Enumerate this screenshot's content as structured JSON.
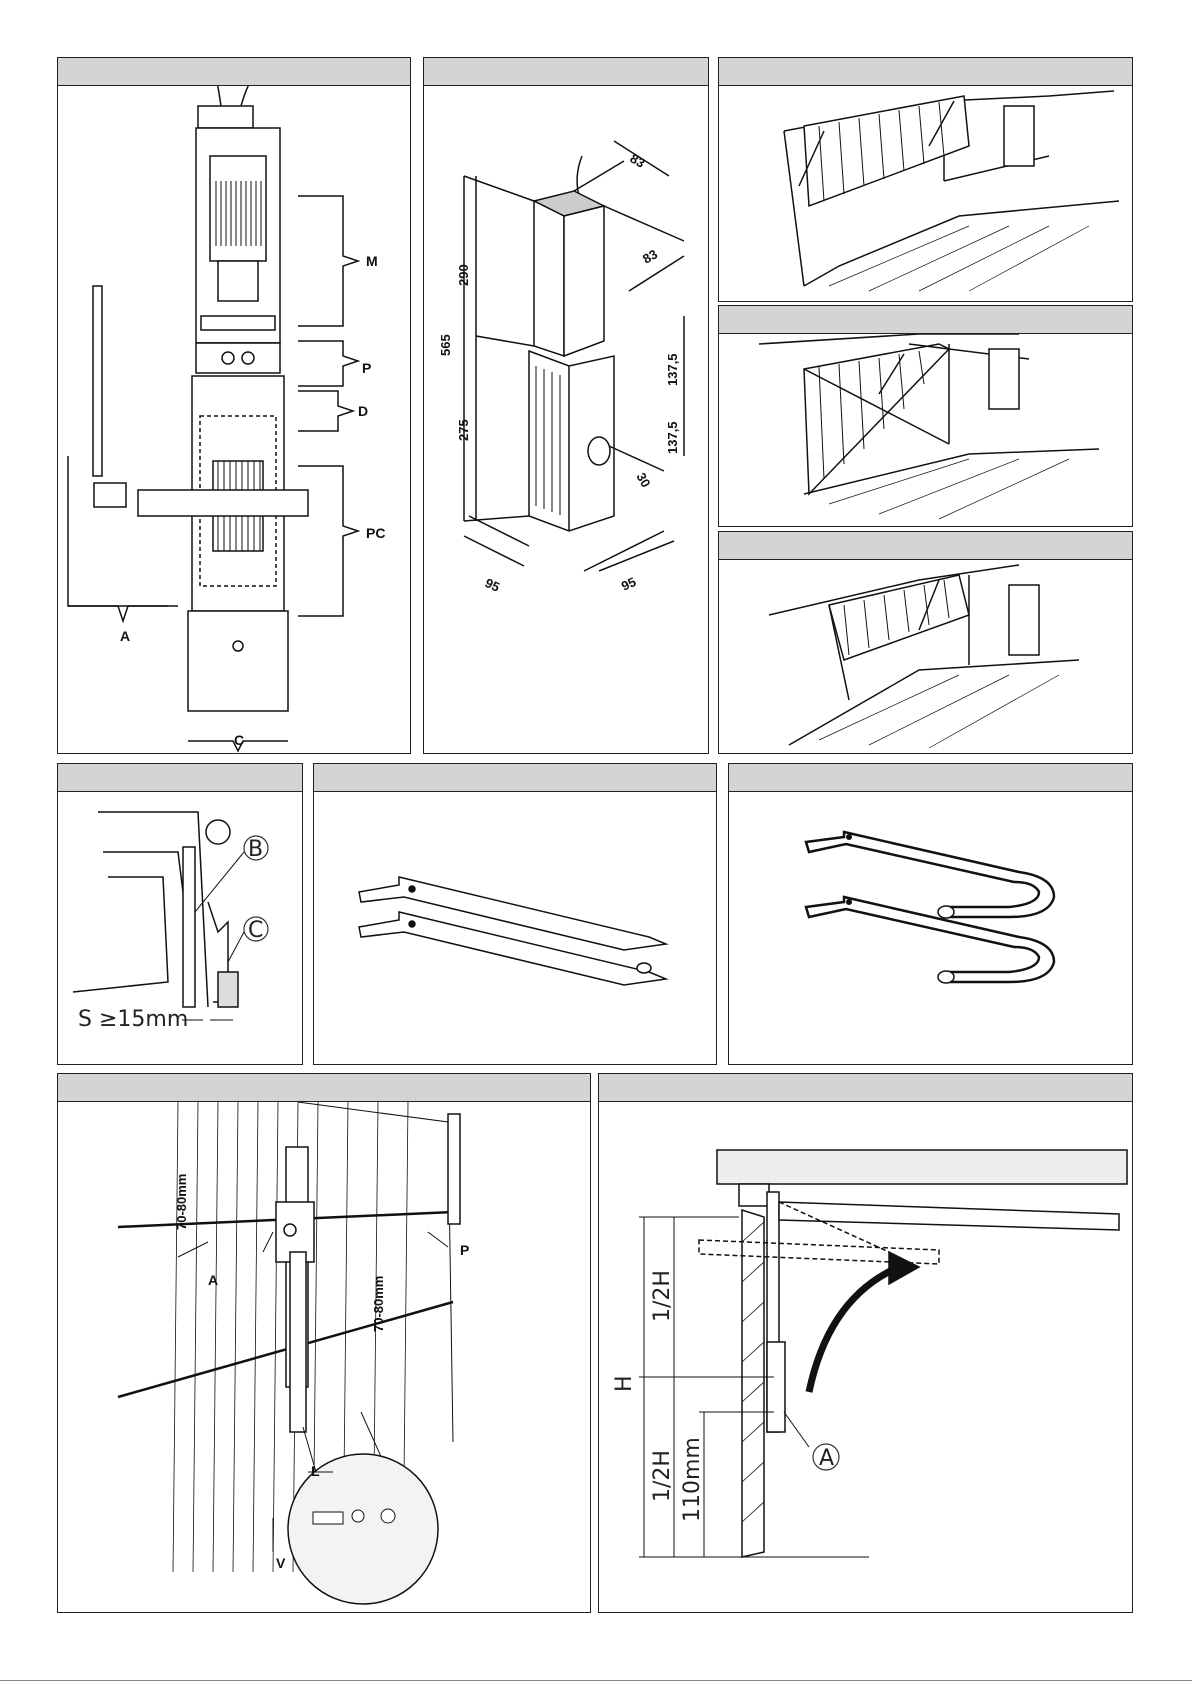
{
  "fig1": {
    "labels": {
      "M": "M",
      "P": "P",
      "D": "D",
      "PC": "PC",
      "A": "A",
      "C": "C"
    }
  },
  "fig2": {
    "dimensions": {
      "top1": "83",
      "top2": "83",
      "height_total": "565",
      "upper": "290",
      "lower": "275",
      "side1": "137,5",
      "side2": "137,5",
      "shaft": "30",
      "base1": "95",
      "base2": "95"
    }
  },
  "fig5": {
    "labels": {
      "B": "B",
      "C": "C",
      "S": "S ≥15mm"
    }
  },
  "fig8": {
    "labels": {
      "dim1": "70-80mm",
      "dim2": "70-80mm",
      "A": "A",
      "P": "P",
      "L": "L",
      "V": "V"
    }
  },
  "fig9": {
    "labels": {
      "H": "H",
      "half_upper": "1/2H",
      "half_lower": "1/2H",
      "offset": "110mm",
      "A": "A"
    }
  }
}
